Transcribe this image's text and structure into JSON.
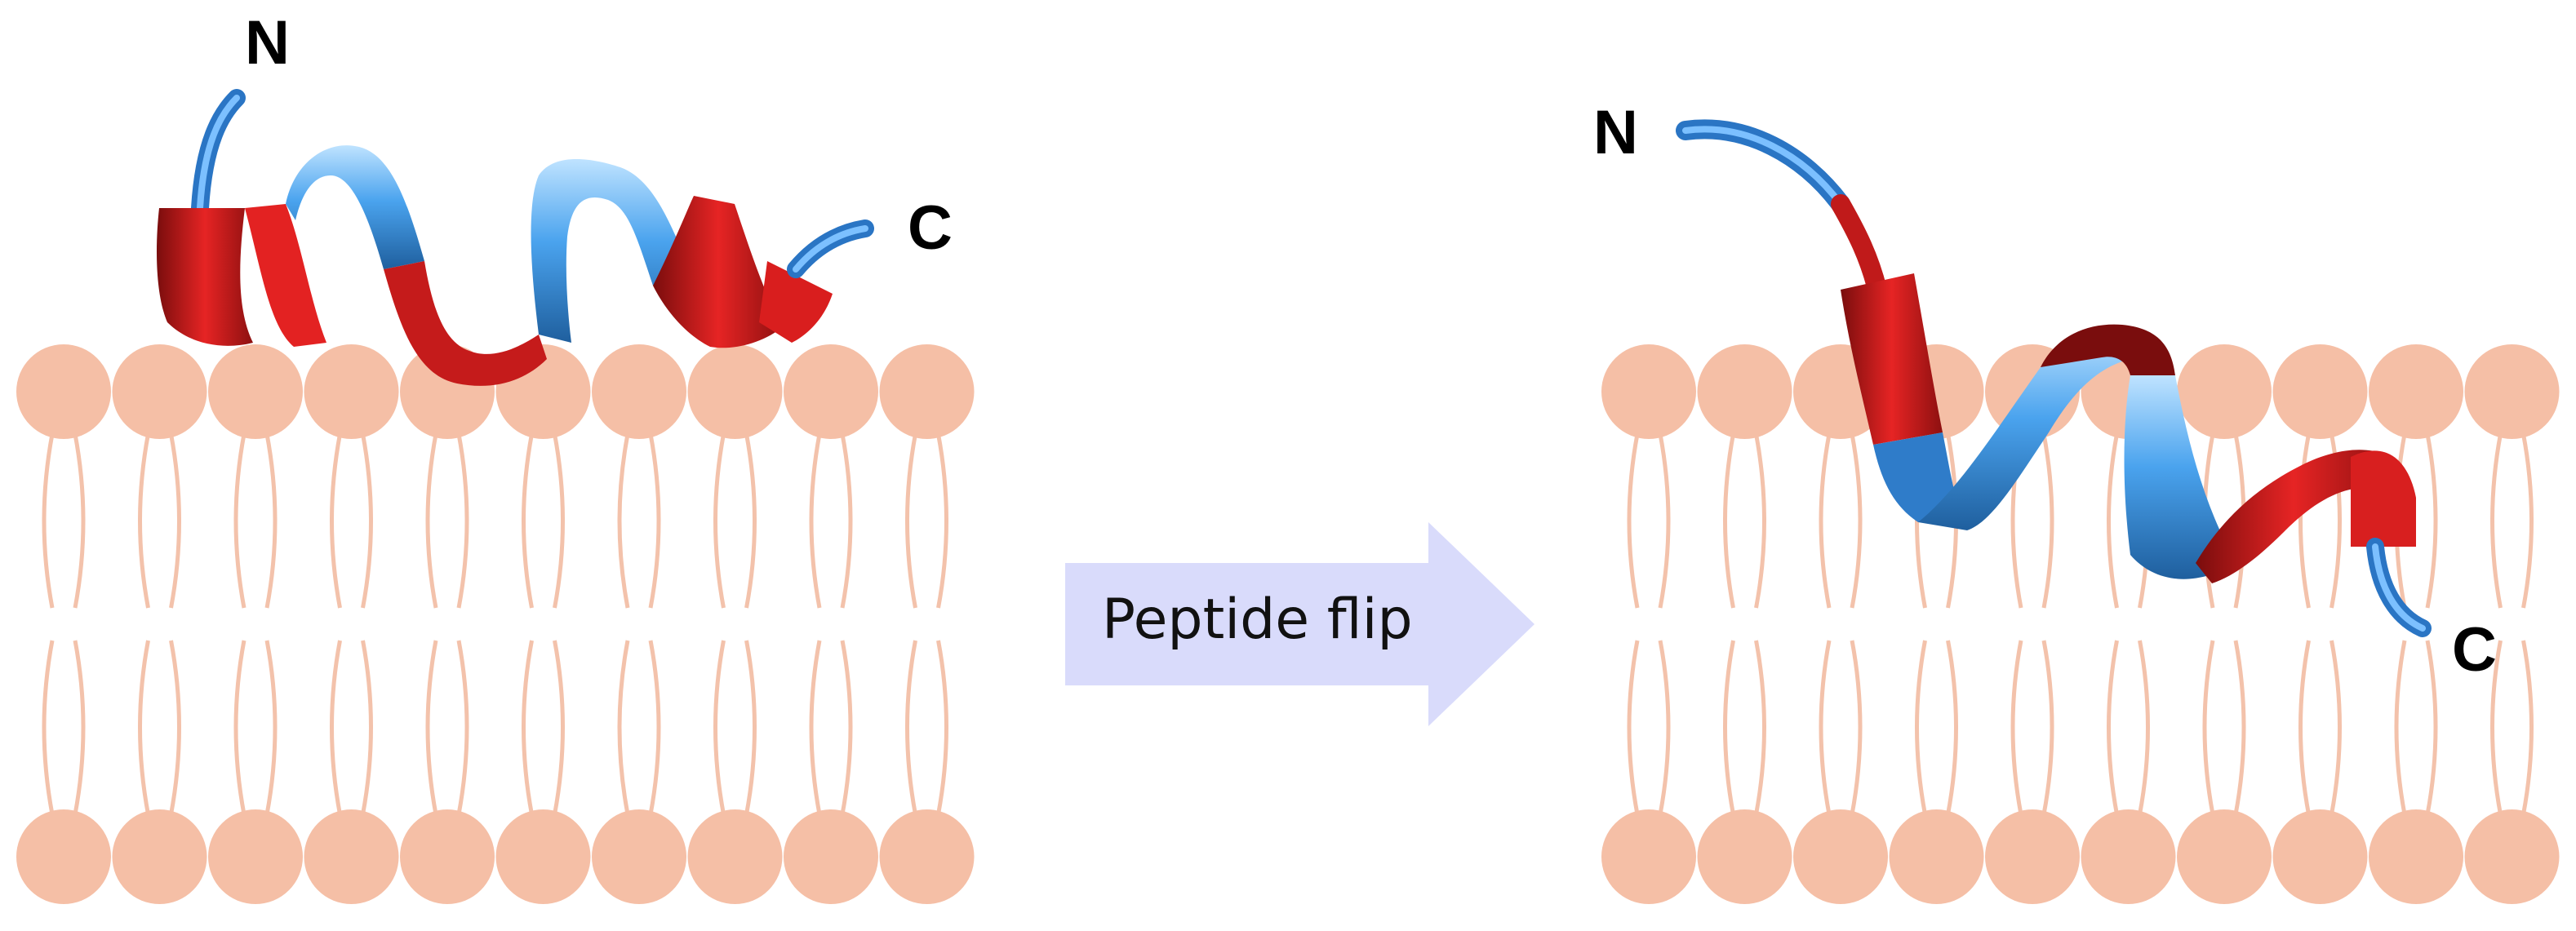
{
  "left_panel": {
    "n_terminus_label": "N",
    "c_terminus_label": "C"
  },
  "arrow": {
    "label": "Peptide flip"
  },
  "right_panel": {
    "n_terminus_label": "N",
    "c_terminus_label": "C"
  },
  "colors": {
    "lipid_head": "#f5bfa6",
    "lipid_tail": "#f3c2ab",
    "helix_blue": "#3f97e6",
    "helix_red": "#d81f1f",
    "arrow_fill": "#d9dbfb"
  }
}
